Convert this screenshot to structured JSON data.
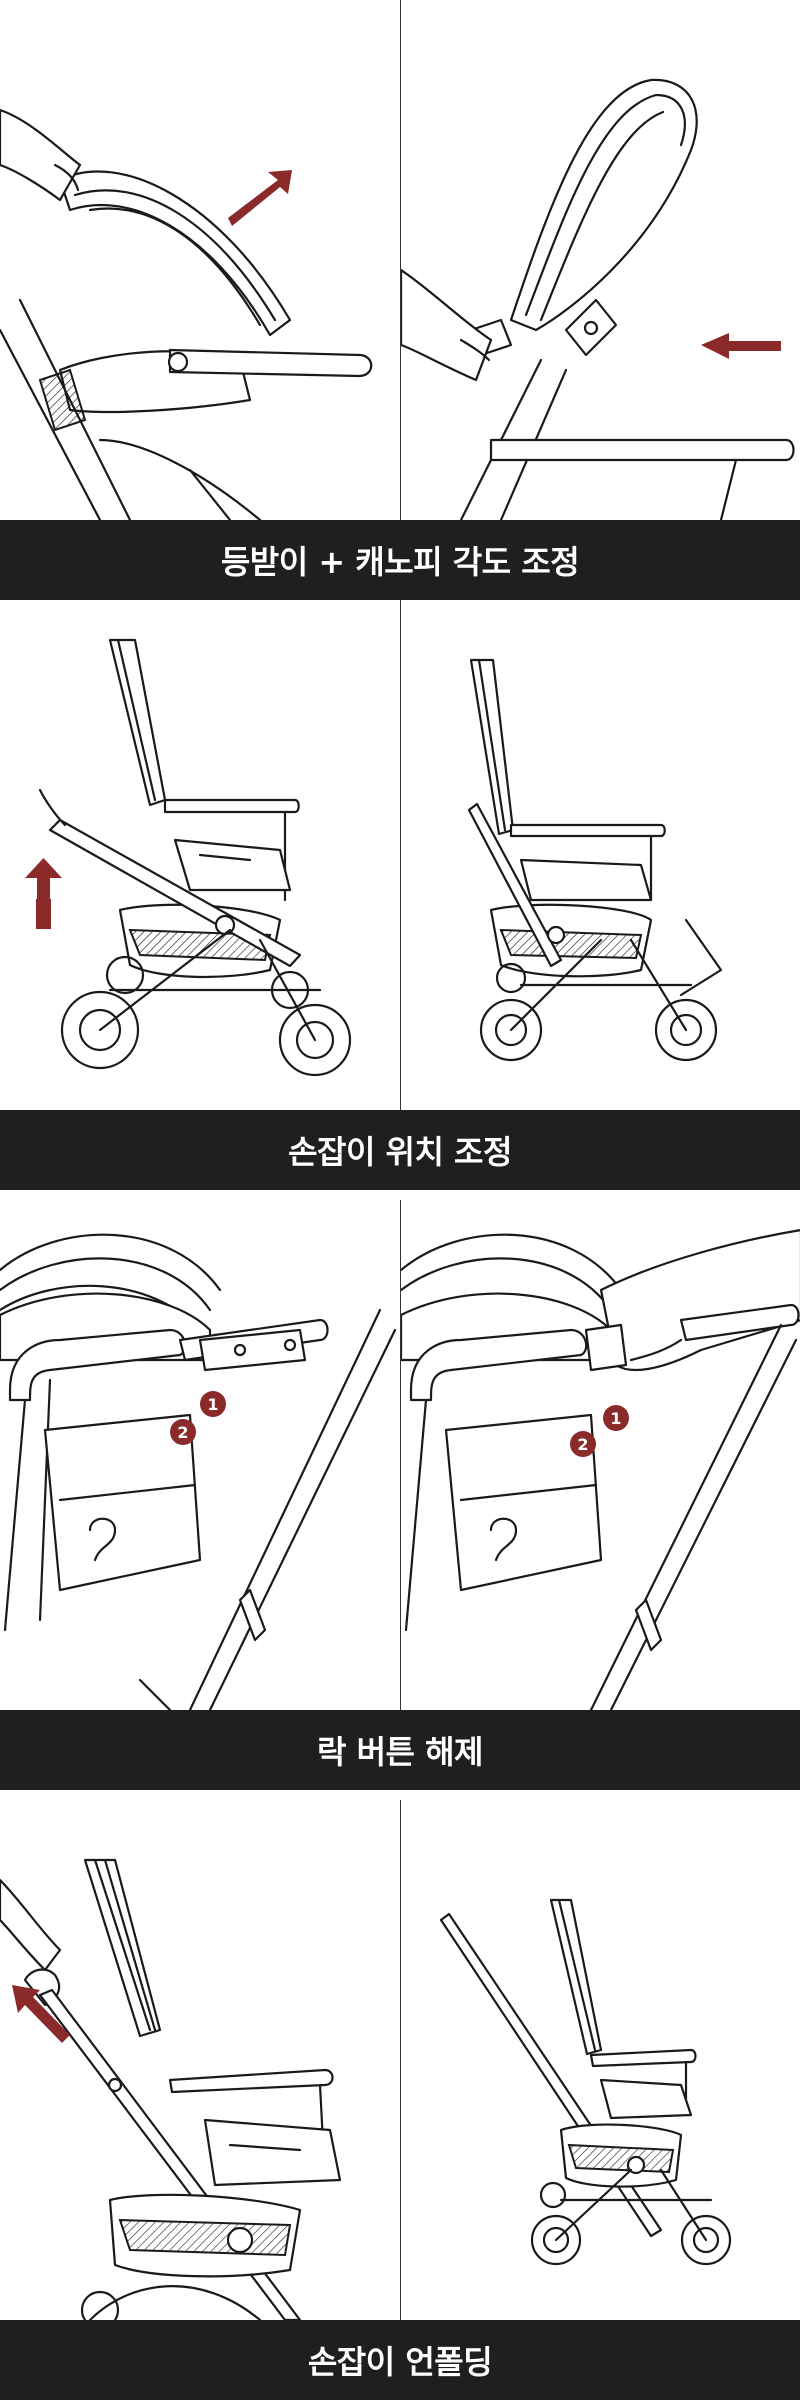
{
  "sections": [
    {
      "caption": "등받이 + 캐노피 각도 조정"
    },
    {
      "caption": "손잡이 위치 조정"
    },
    {
      "caption": "락 버튼 해제",
      "badges": [
        "1",
        "2"
      ]
    },
    {
      "caption": "손잡이 언폴딩"
    }
  ],
  "colors": {
    "banner_bg": "#1f1f1f",
    "banner_text": "#ffffff",
    "accent": "#8a2a2a",
    "line": "#1a1a1a"
  }
}
